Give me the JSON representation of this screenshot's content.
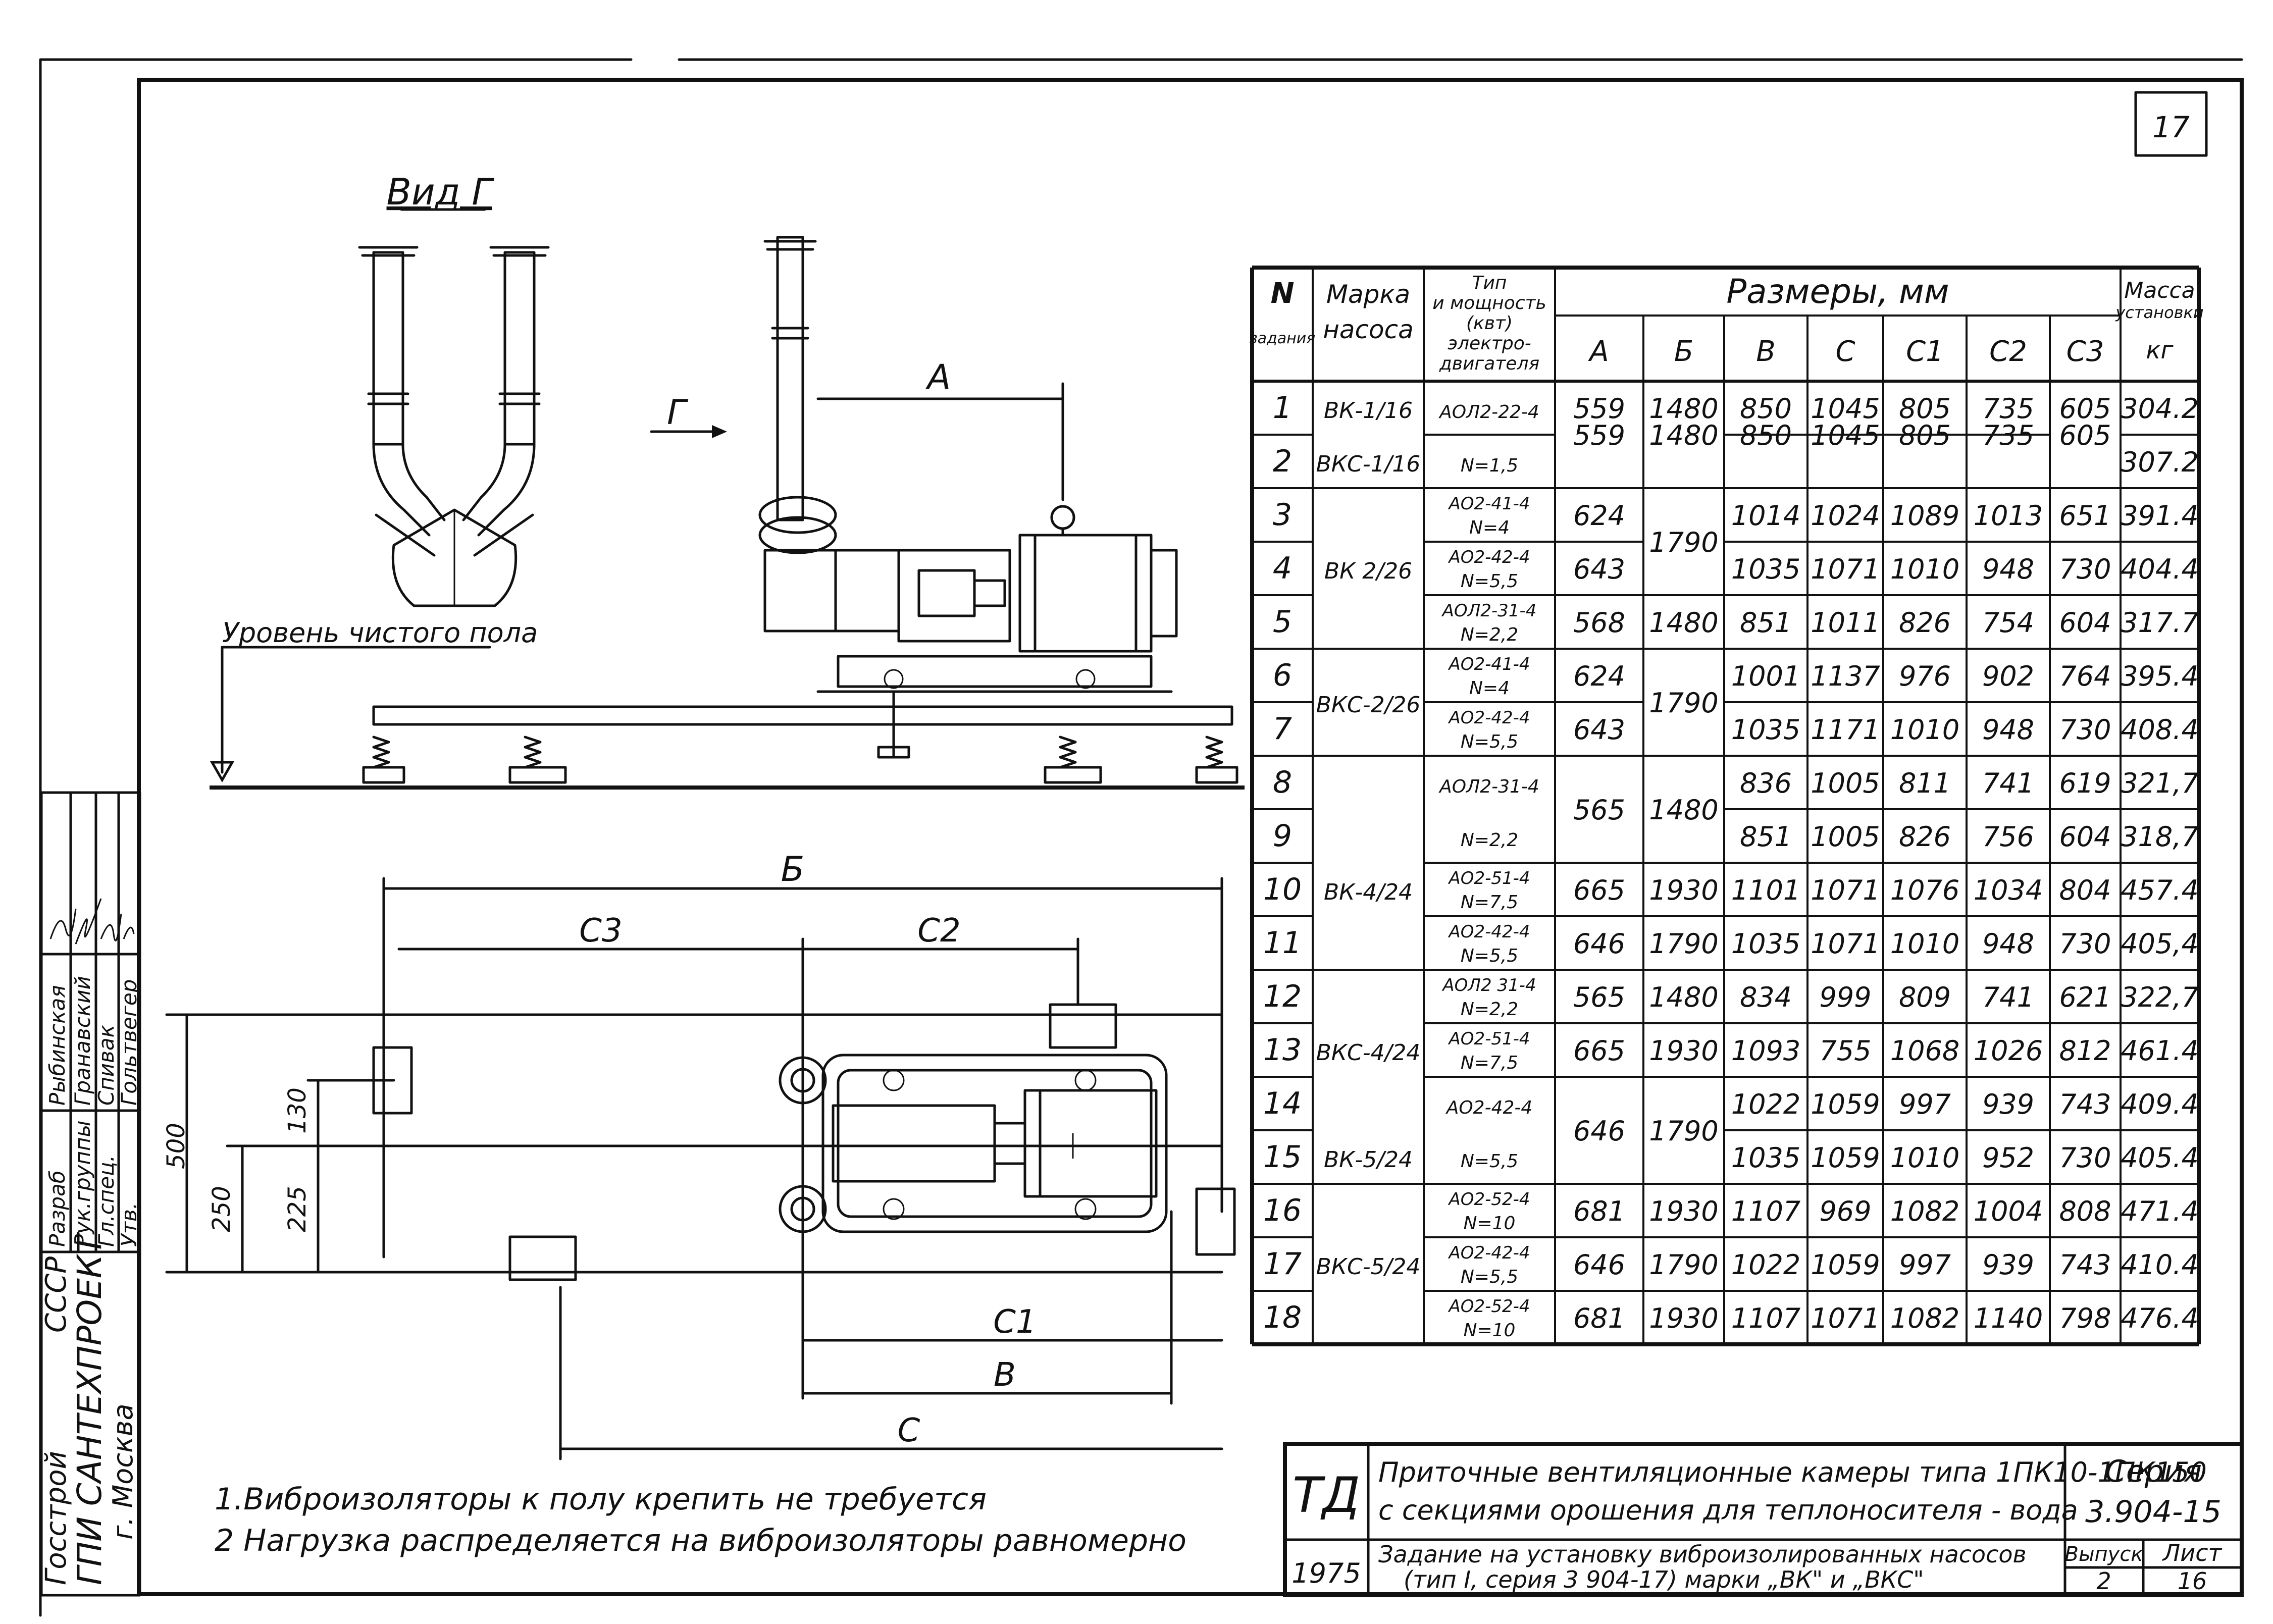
{
  "sheet": {
    "sheet_number": "17",
    "view_title": "Вид Г",
    "view_arrow": "Г",
    "floor_level": "Уровень чистого пола",
    "dims": {
      "A": "A",
      "B_top": "Б",
      "C3": "С3",
      "C2": "С2",
      "C1": "С1",
      "B": "В",
      "C": "С",
      "d500": "500",
      "d250": "250",
      "d225": "225",
      "d130": "130"
    },
    "notes": [
      "1.Виброизоляторы к полу крепить не требуется",
      "2 Нагрузка распределяется на виброизоляторы равномерно"
    ]
  },
  "table": {
    "headers": {
      "n": [
        "N",
        "задания"
      ],
      "marka": [
        "Марка",
        "насоса"
      ],
      "motor": [
        "Тип",
        "и мощность",
        "(квт)",
        "электро-",
        "двигателя"
      ],
      "sizes": "Размеры, мм",
      "mass": [
        "Масса",
        "установки",
        "кг"
      ],
      "cols": [
        "А",
        "Б",
        "В",
        "С",
        "С1",
        "С2",
        "С3"
      ]
    },
    "rows": [
      {
        "n": "1",
        "a": "559",
        "b": "1480",
        "v": "850",
        "c": "1045",
        "c1": "805",
        "c2": "735",
        "c3": "605",
        "mass": "304.2"
      },
      {
        "n": "2",
        "mass": "307.2"
      },
      {
        "n": "3",
        "a": "624",
        "v": "1014",
        "c": "1024",
        "c1": "1089",
        "c2": "1013",
        "c3": "651",
        "mass": "391.4"
      },
      {
        "n": "4",
        "a": "643",
        "v": "1035",
        "c": "1071",
        "c1": "1010",
        "c2": "948",
        "c3": "730",
        "mass": "404.4"
      },
      {
        "n": "5",
        "a": "568",
        "b": "1480",
        "v": "851",
        "c": "1011",
        "c1": "826",
        "c2": "754",
        "c3": "604",
        "mass": "317.7"
      },
      {
        "n": "6",
        "a": "624",
        "v": "1001",
        "c": "1137",
        "c1": "976",
        "c2": "902",
        "c3": "764",
        "mass": "395.4"
      },
      {
        "n": "7",
        "a": "643",
        "v": "1035",
        "c": "1171",
        "c1": "1010",
        "c2": "948",
        "c3": "730",
        "mass": "408.4"
      },
      {
        "n": "8",
        "v": "836",
        "c": "1005",
        "c1": "811",
        "c2": "741",
        "c3": "619",
        "mass": "321,7"
      },
      {
        "n": "9",
        "v": "851",
        "c": "1005",
        "c1": "826",
        "c2": "756",
        "c3": "604",
        "mass": "318,7"
      },
      {
        "n": "10",
        "a": "665",
        "b": "1930",
        "v": "1101",
        "c": "1071",
        "c1": "1076",
        "c2": "1034",
        "c3": "804",
        "mass": "457.4"
      },
      {
        "n": "11",
        "a": "646",
        "b": "1790",
        "v": "1035",
        "c": "1071",
        "c1": "1010",
        "c2": "948",
        "c3": "730",
        "mass": "405,4"
      },
      {
        "n": "12",
        "a": "565",
        "b": "1480",
        "v": "834",
        "c": "999",
        "c1": "809",
        "c2": "741",
        "c3": "621",
        "mass": "322,7"
      },
      {
        "n": "13",
        "a": "665",
        "b": "1930",
        "v": "1093",
        "c": "755",
        "c1": "1068",
        "c2": "1026",
        "c3": "812",
        "mass": "461.4"
      },
      {
        "n": "14",
        "v": "1022",
        "c": "1059",
        "c1": "997",
        "c2": "939",
        "c3": "743",
        "mass": "409.4"
      },
      {
        "n": "15",
        "v": "1035",
        "c": "1059",
        "c1": "1010",
        "c2": "952",
        "c3": "730",
        "mass": "405.4"
      },
      {
        "n": "16",
        "a": "681",
        "b": "1930",
        "v": "1107",
        "c": "969",
        "c1": "1082",
        "c2": "1004",
        "c3": "808",
        "mass": "471.4"
      },
      {
        "n": "17",
        "a": "646",
        "b": "1790",
        "v": "1022",
        "c": "1059",
        "c1": "997",
        "c2": "939",
        "c3": "743",
        "mass": "410.4"
      },
      {
        "n": "18",
        "a": "681",
        "b": "1930",
        "v": "1107",
        "c": "1071",
        "c1": "1082",
        "c2": "1140",
        "c3": "798",
        "mass": "476.4"
      }
    ],
    "merged": {
      "ab_1_2": "559",
      "b_3_4": "1790",
      "b_6_7": "1790",
      "a_8_9": "565",
      "b_8_9": "1480",
      "a_14_15": "646",
      "b_14_15": "1790",
      "c3_1_2": "605"
    },
    "pumps": [
      {
        "label": "ВК-1/16"
      },
      {
        "label": "ВКС-1/16"
      },
      {
        "label": "ВК 2/26"
      },
      {
        "label": "ВКС-2/26"
      },
      {
        "label": "ВК-4/24"
      },
      {
        "label": "ВКС-4/24"
      },
      {
        "label": "ВК-5/24"
      },
      {
        "label": "ВКС-5/24"
      }
    ],
    "motors": [
      [
        "АОЛ2-22-4"
      ],
      [
        "N=1,5"
      ],
      [
        "АО2-41-4",
        "N=4"
      ],
      [
        "АО2-42-4",
        "N=5,5"
      ],
      [
        "АОЛ2-31-4",
        "N=2,2"
      ],
      [
        "АО2-41-4",
        "N=4"
      ],
      [
        "АО2-42-4",
        "N=5,5"
      ],
      [
        "АОЛ2-31-4"
      ],
      [
        "N=2,2"
      ],
      [
        "АО2-51-4",
        "N=7,5"
      ],
      [
        "АО2-42-4",
        "N=5,5"
      ],
      [
        "АОЛ2 31-4",
        "N=2,2"
      ],
      [
        "АО2-51-4",
        "N=7,5"
      ],
      [
        "АО2-42-4"
      ],
      [
        "N=5,5"
      ],
      [
        "АО2-52-4",
        "N=10"
      ],
      [
        "АО2-42-4",
        "N=5,5"
      ],
      [
        "АО2-52-4",
        "N=10"
      ]
    ]
  },
  "title_block": {
    "td": "ТД",
    "title_line1": "Приточные вентиляционные камеры типа 1ПК10-1ПК150",
    "title_line2": "с секциями орошения для теплоносителя - вода",
    "series_label": "Серия",
    "series": "3.904-15",
    "year": "1975",
    "subtitle_line1": "Задание на установку виброизолированных насосов",
    "subtitle_line2": "(тип I, серия 3 904-17) марки „ВК\" и „ВКС\"",
    "issue_label": "Выпуск",
    "issue": "2",
    "list_label": "Лист",
    "list": "16"
  },
  "stamp": {
    "org1": "Госстрой",
    "org2": "СССР",
    "org3": "ГПИ САНТЕХПРОЕКТ",
    "city": "г. Москва",
    "roles": [
      "Разраб",
      "Рук.группы",
      "Гл.спец.",
      "Утв."
    ],
    "names": [
      "Рыбинская",
      "Гранавский",
      "Спивак",
      "Гольтвегер"
    ]
  }
}
